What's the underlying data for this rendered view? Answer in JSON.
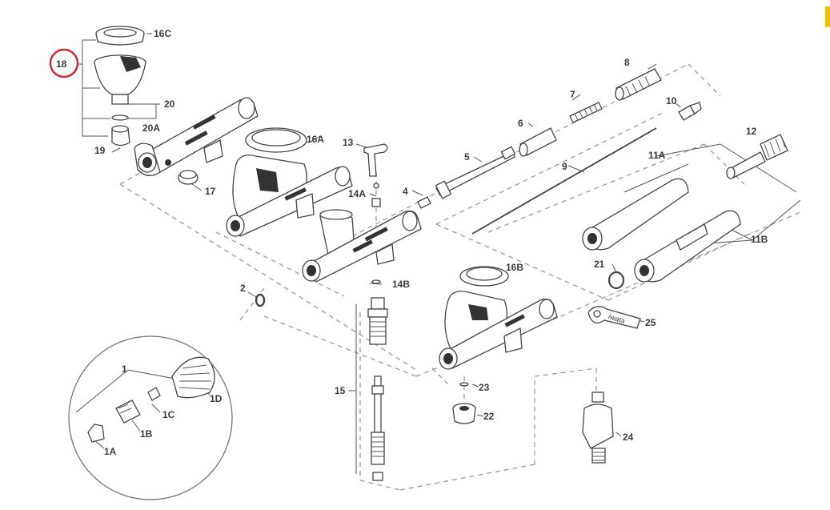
{
  "labels": {
    "p1": "1",
    "p1A": "1A",
    "p1B": "1B",
    "p1C": "1C",
    "p1D": "1D",
    "p2": "2",
    "p4": "4",
    "p5": "5",
    "p6": "6",
    "p7": "7",
    "p8": "8",
    "p9": "9",
    "p10": "10",
    "p11A": "11A",
    "p11B": "11B",
    "p12": "12",
    "p13": "13",
    "p14A": "14A",
    "p14B": "14B",
    "p15": "15",
    "p16A": "16A",
    "p16B": "16B",
    "p16C": "16C",
    "p17": "17",
    "p18": "18",
    "p19": "19",
    "p20": "20",
    "p20A": "20A",
    "p21": "21",
    "p22": "22",
    "p23": "23",
    "p24": "24",
    "p25": "25"
  },
  "wrench_text": "iwata",
  "highlight": {
    "part": "18",
    "color": "#d4242c"
  },
  "corner_mark_color": "#f2c200"
}
